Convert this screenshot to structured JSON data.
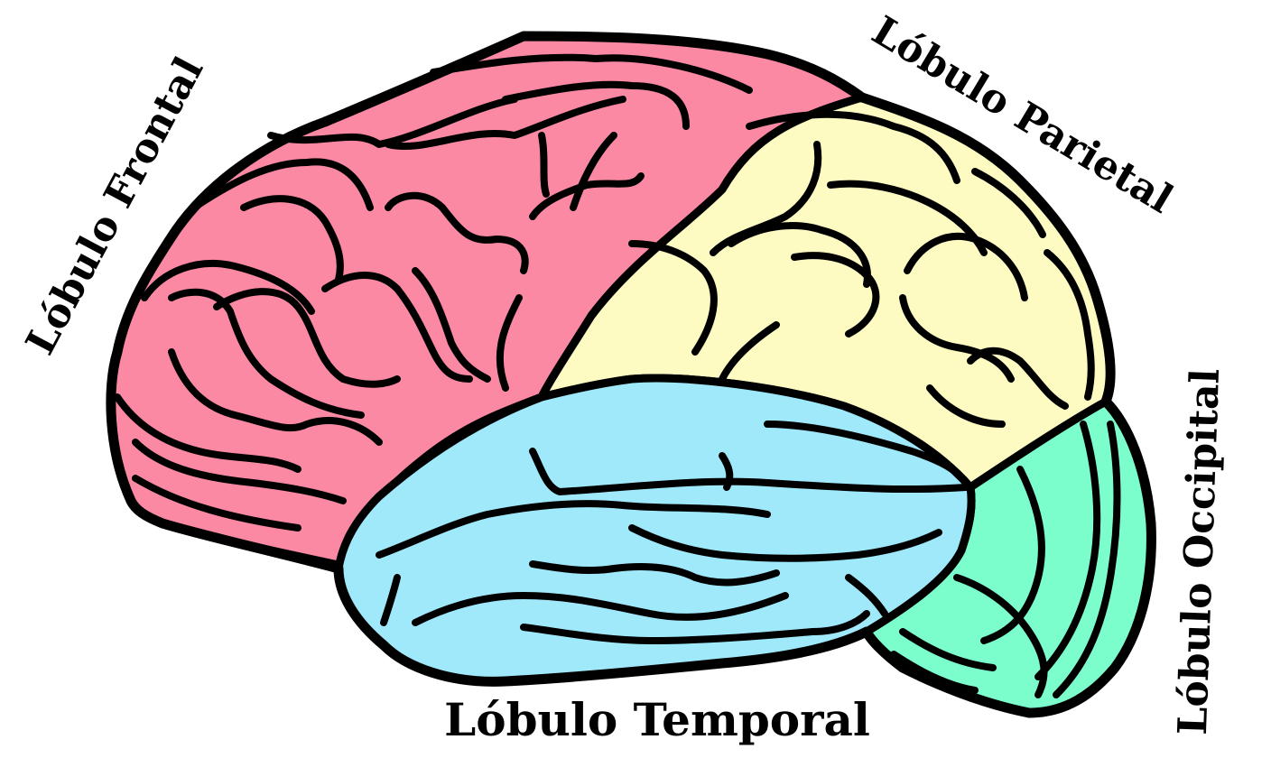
{
  "labels": {
    "frontal": "Lóbulo Frontal",
    "parietal": "Lóbulo Parietal",
    "occipital": "Lóbulo Occipital",
    "temporal": "Lóbulo Temporal"
  },
  "colors": {
    "frontal": "#fb89a4",
    "parietal": "#fdfac2",
    "occipital": "#7cfecc",
    "temporal": "#9fe9fb",
    "outline": "#000000"
  }
}
